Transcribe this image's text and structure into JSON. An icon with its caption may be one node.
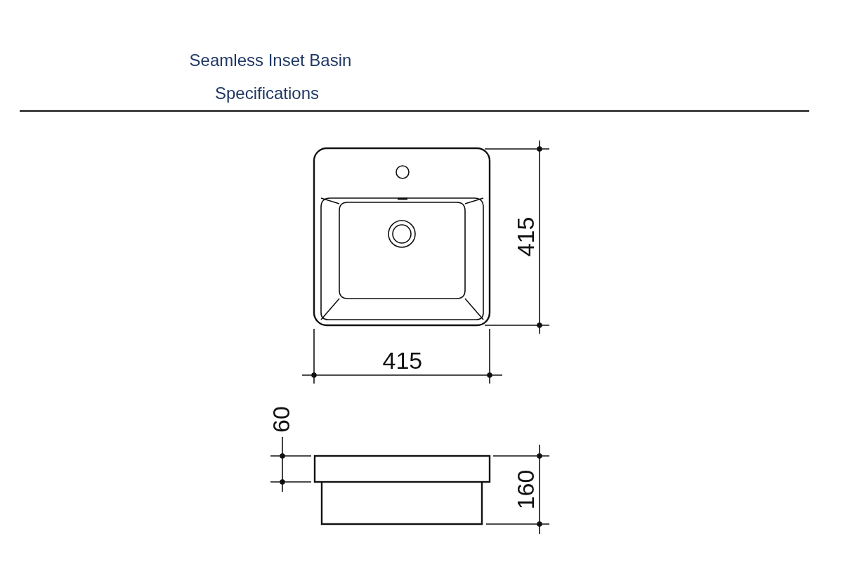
{
  "diagram": {
    "title": "Seamless Inset Basin",
    "labels": [
      "Specifications",
      "415",
      "415",
      "60",
      "160"
    ]
  }
}
